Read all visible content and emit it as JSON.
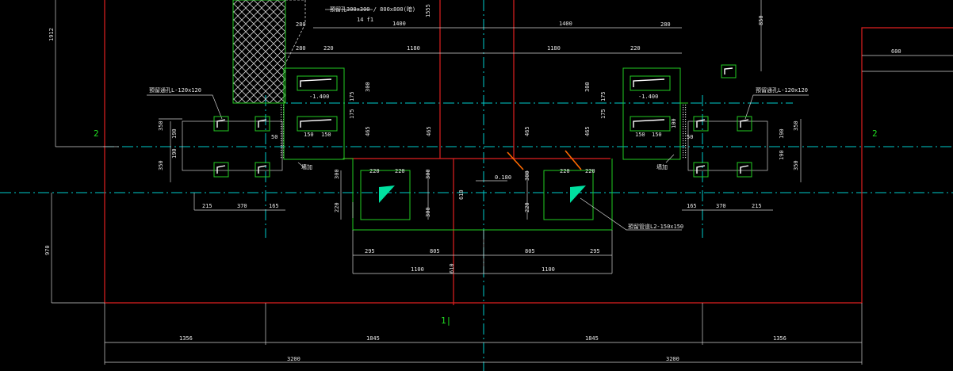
{
  "colors": {
    "background": "#000000",
    "dimension": "#d9d9d9",
    "outline_red": "#e02020",
    "wall_green": "#22cc22",
    "axis_cyan": "#00cccc",
    "accent_orange": "#ff6a00"
  },
  "notes": {
    "tl_top": "預留孔300x300 / 800x800(暗)",
    "tl_lvl": "14 f1",
    "vent_left": "預留通孔L-120x120",
    "vent_right": "預留通孔L-120x120",
    "level_l": "-1.400",
    "level_r": "-1.400",
    "center_level": "0.180",
    "pipe_note": "預留管道L2-150x150",
    "tag_l": "墙加",
    "tag_r": "墙加"
  },
  "axis_labels": {
    "left": "2",
    "right": "2",
    "bottom": "1|"
  },
  "dims": {
    "d1400l": "1400",
    "d1555": "1555",
    "d1400r": "1400",
    "d280a": "280",
    "d280b": "280",
    "d220a": "220",
    "d1180l": "1180",
    "d1180r": "1180",
    "d220b": "220",
    "d280c": "280",
    "d1912": "1912",
    "d850": "850",
    "d600": "600",
    "d175a": "175",
    "d300a": "300",
    "d175b": "175",
    "d465a": "465",
    "d465b": "465",
    "d465c": "465",
    "d465d": "465",
    "d300b": "300",
    "d175c": "175",
    "d175d": "175",
    "d150a": "150",
    "d150b": "150",
    "d150c": "150",
    "d150d": "150",
    "d350a": "350",
    "d190a": "190",
    "d190b": "190",
    "d350b": "350",
    "d350c": "350",
    "d190c": "190",
    "d190d": "190",
    "d350d": "350",
    "d50a": "50",
    "d50b": "50",
    "d100": "100",
    "d220c": "220",
    "d220d": "220",
    "d220e": "220",
    "d220f": "220",
    "d300c": "300",
    "d220g": "220",
    "d300d": "300",
    "d300e": "300",
    "d220h": "220",
    "d300f": "300",
    "d610a": "610",
    "d610b": "610",
    "d970": "970",
    "d215a": "215",
    "d370a": "370",
    "d165a": "165",
    "d165b": "165",
    "d370b": "370",
    "d215b": "215",
    "d295a": "295",
    "d805a": "805",
    "d805b": "805",
    "d295b": "295",
    "d1100a": "1100",
    "d1100b": "1100",
    "d1356a": "1356",
    "d1845a": "1845",
    "d1845b": "1845",
    "d1356b": "1356",
    "d3200a": "3200",
    "d3200b": "3200"
  }
}
